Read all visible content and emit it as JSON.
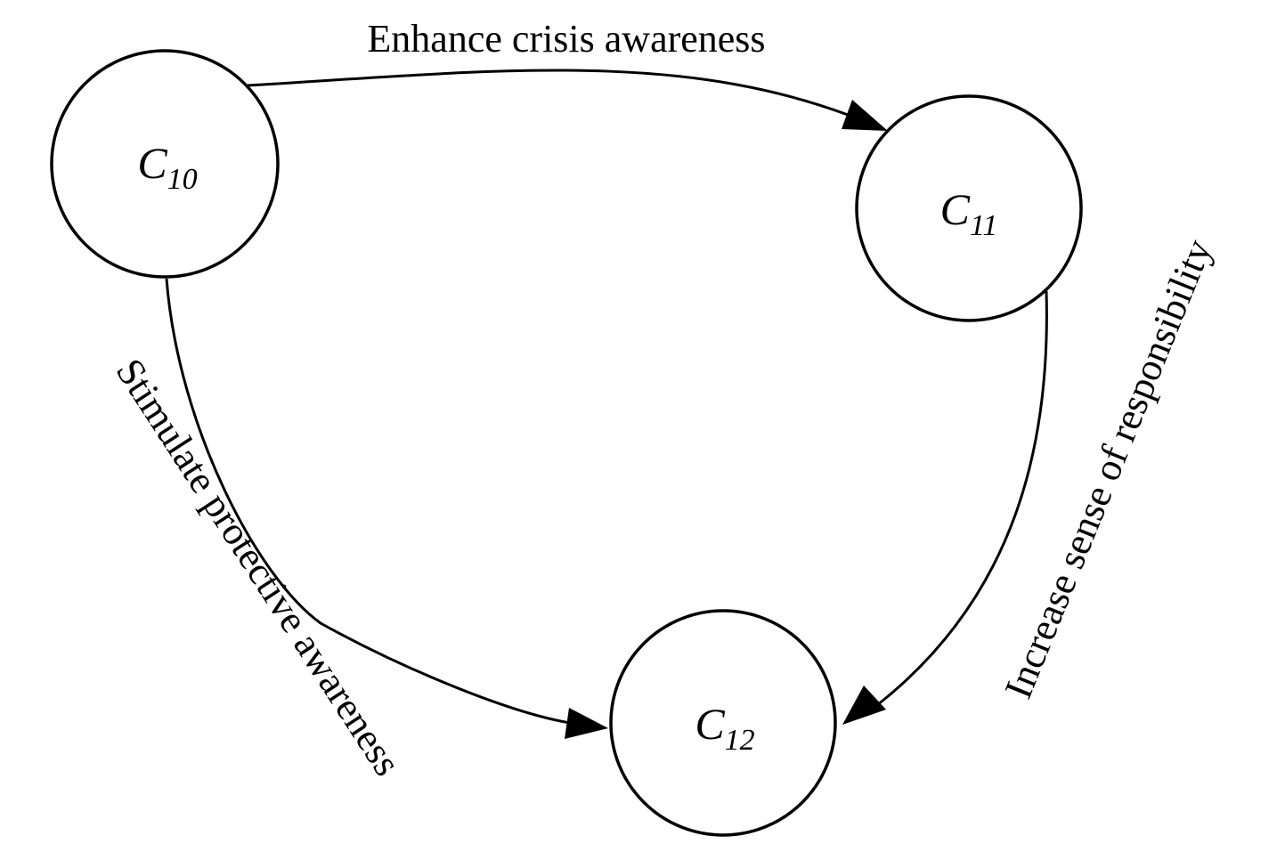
{
  "nodes": [
    {
      "id": "c10",
      "letter": "C",
      "subscript": "10"
    },
    {
      "id": "c11",
      "letter": "C",
      "subscript": "11"
    },
    {
      "id": "c12",
      "letter": "C",
      "subscript": "12"
    }
  ],
  "edges": [
    {
      "from": "c10",
      "to": "c11",
      "label": "Enhance crisis awareness"
    },
    {
      "from": "c10",
      "to": "c12",
      "label": "Stimulate protective awareness"
    },
    {
      "from": "c11",
      "to": "c12",
      "label": "Increase sense of responsibility"
    }
  ]
}
